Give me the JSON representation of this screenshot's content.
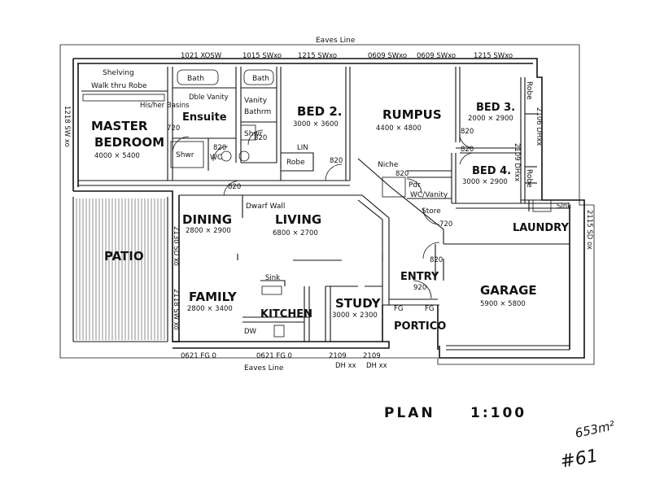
{
  "annotations": {
    "eaves_top": "Eaves Line",
    "eaves_bottom": "Eaves Line",
    "plan_label": "PLAN",
    "scale": "1:100",
    "area_note": "653m²",
    "page_note": "#61"
  },
  "windows_top": [
    "1021 XOSW",
    "1015 SWxo",
    "1215 SWxo",
    "0609 SWxo",
    "0609 SWxo",
    "1215 SWxo"
  ],
  "windows_bottom": [
    "0621 FG 0",
    "0621 FG 0",
    "2109",
    "2109"
  ],
  "windows_bottom_sub": [
    "DH xx",
    "DH xx"
  ],
  "windows_side": {
    "left": "1218 SW xo",
    "dining": "2130 SD xo",
    "family": "2118 SW xo",
    "bed3": "2106 DHxx",
    "bed4": "2109 DHxx",
    "laundry": "2115 SD ox"
  },
  "rooms": {
    "master": {
      "name_line1": "MASTER",
      "name_line2": "BEDROOM",
      "dims": "4000 × 5400"
    },
    "bed2": {
      "name": "BED 2.",
      "dims": "3000 × 3600"
    },
    "rumpus": {
      "name": "RUMPUS",
      "dims": "4400 × 4800"
    },
    "bed3": {
      "name": "BED 3.",
      "dims": "2000 × 2900"
    },
    "bed4": {
      "name": "BED 4.",
      "dims": "3000 × 2900"
    },
    "dining": {
      "name": "DINING",
      "dims": "2800 × 2900"
    },
    "living": {
      "name": "LIVING",
      "dims": "6800 × 2700"
    },
    "family": {
      "name": "FAMILY",
      "dims": "2800 × 3400"
    },
    "kitchen": {
      "name": "KITCHEN"
    },
    "study": {
      "name": "STUDY",
      "dims": "3000 × 2300"
    },
    "entry": {
      "name": "ENTRY"
    },
    "portico": {
      "name": "PORTICO"
    },
    "garage": {
      "name": "GARAGE",
      "dims": "5900 × 5800"
    },
    "laundry": {
      "name": "LAUNDRY"
    },
    "patio": {
      "name": "PATIO"
    },
    "ensuite": {
      "name": "Ensuite"
    },
    "bathroom": {
      "name": "Bathrm"
    }
  },
  "fixtures": {
    "shelving": "Shelving",
    "walk_thru_robe": "Walk thru Robe",
    "hisher_basins": "His/her Basins",
    "dbl_vanity": "Dble Vanity",
    "vanity": "Vanity",
    "bath1": "Bath",
    "bath2": "Bath",
    "shwr1": "Shwr",
    "shwr2": "Shwr",
    "wc": "WC",
    "robe_bed2": "Robe",
    "robe_bed3": "Robe",
    "robe_bed4": "Robe",
    "linen": "LIN",
    "niche": "Niche",
    "pdr": "Pdr",
    "wc_vanity": "WC/Vanity",
    "store": "Store",
    "sink_kitchen": "Sink",
    "sink_laundry": "Sink",
    "dwasher": "DW",
    "dwarf_wall": "Dwarf Wall",
    "fg1": "FG",
    "fg2": "FG"
  },
  "door_sizes": {
    "d1": "720",
    "d2": "820",
    "d3": "820",
    "d4": "820",
    "d5": "820",
    "d6": "820",
    "d7": "820",
    "d8": "820",
    "d9": "920",
    "d10": "720",
    "d11": "820"
  }
}
